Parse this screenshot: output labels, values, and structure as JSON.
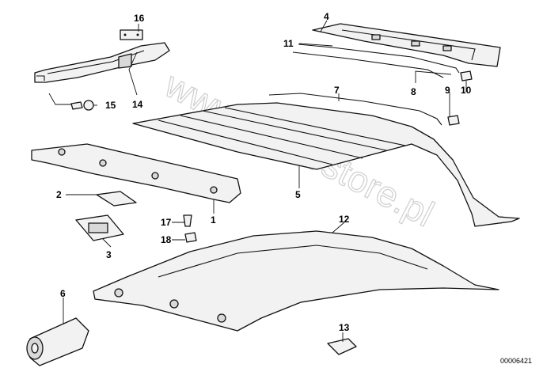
{
  "callouts": [
    {
      "id": "1",
      "label": "1"
    },
    {
      "id": "2",
      "label": "2"
    },
    {
      "id": "3",
      "label": "3"
    },
    {
      "id": "4",
      "label": "4"
    },
    {
      "id": "5",
      "label": "5"
    },
    {
      "id": "6",
      "label": "6"
    },
    {
      "id": "7",
      "label": "7"
    },
    {
      "id": "8",
      "label": "8"
    },
    {
      "id": "9",
      "label": "9"
    },
    {
      "id": "10",
      "label": "10"
    },
    {
      "id": "11",
      "label": "11"
    },
    {
      "id": "12",
      "label": "12"
    },
    {
      "id": "13",
      "label": "13"
    },
    {
      "id": "14",
      "label": "14"
    },
    {
      "id": "15",
      "label": "15"
    },
    {
      "id": "16",
      "label": "16"
    },
    {
      "id": "17",
      "label": "17"
    },
    {
      "id": "18",
      "label": "18"
    }
  ],
  "drawing_number": "00006421",
  "watermark": "www.BMWstore.pl"
}
